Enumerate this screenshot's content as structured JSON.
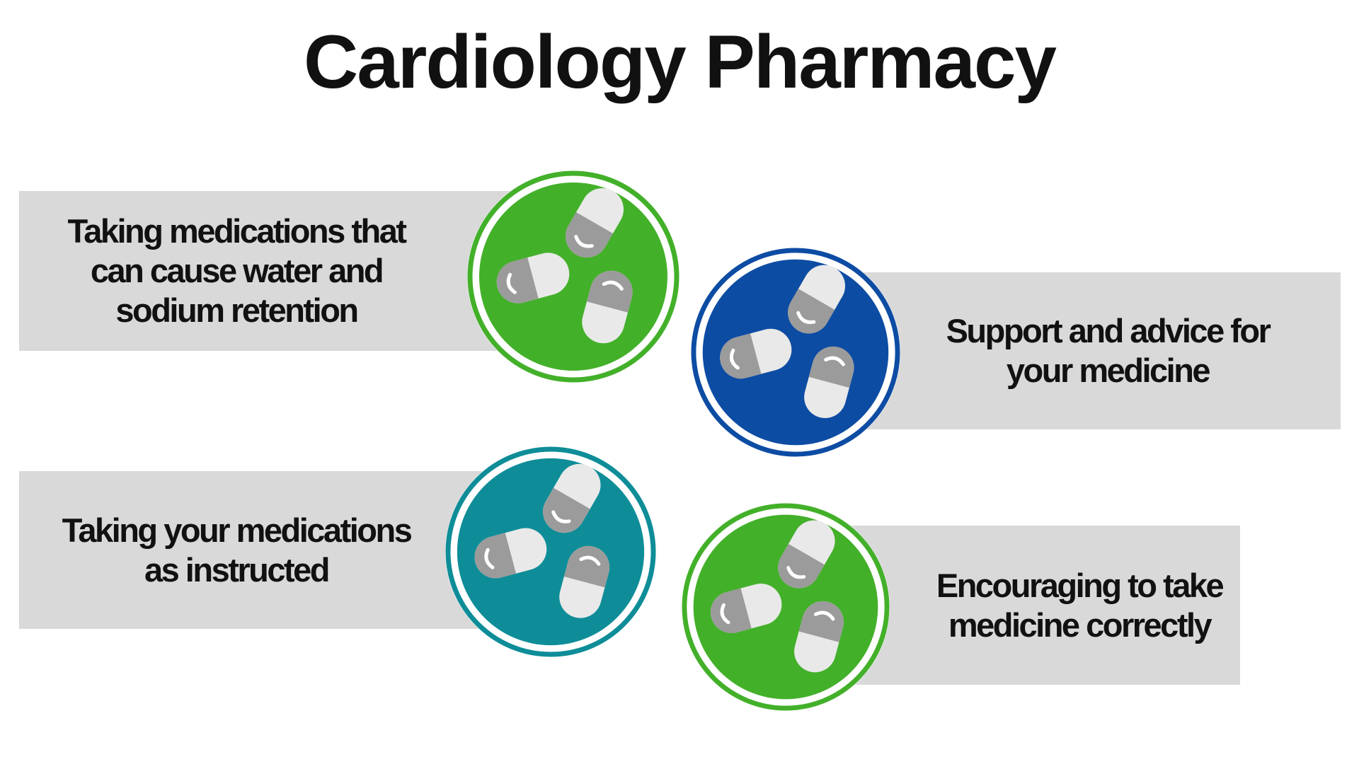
{
  "title": "Cardiology Pharmacy",
  "colors": {
    "green": "#43b02a",
    "blue": "#0d4ca3",
    "teal": "#0e8d98",
    "bar_gray": "#d9d9d9",
    "pill_light": "#e9e9e9",
    "pill_dark": "#9b9b9b",
    "text": "#111111",
    "background": "#ffffff"
  },
  "cards": [
    {
      "lines": [
        "Taking medications that",
        "can cause water and",
        "sodium retention"
      ],
      "circle_color": "#43b02a",
      "icon": "pills-icon"
    },
    {
      "lines": [
        "Support and advice for",
        "your medicine"
      ],
      "circle_color": "#0d4ca3",
      "icon": "pills-icon"
    },
    {
      "lines": [
        "Taking your medications",
        "as instructed"
      ],
      "circle_color": "#0e8d98",
      "icon": "pills-icon"
    },
    {
      "lines": [
        "Encouraging to take",
        "medicine correctly"
      ],
      "circle_color": "#43b02a",
      "icon": "pills-icon"
    }
  ]
}
